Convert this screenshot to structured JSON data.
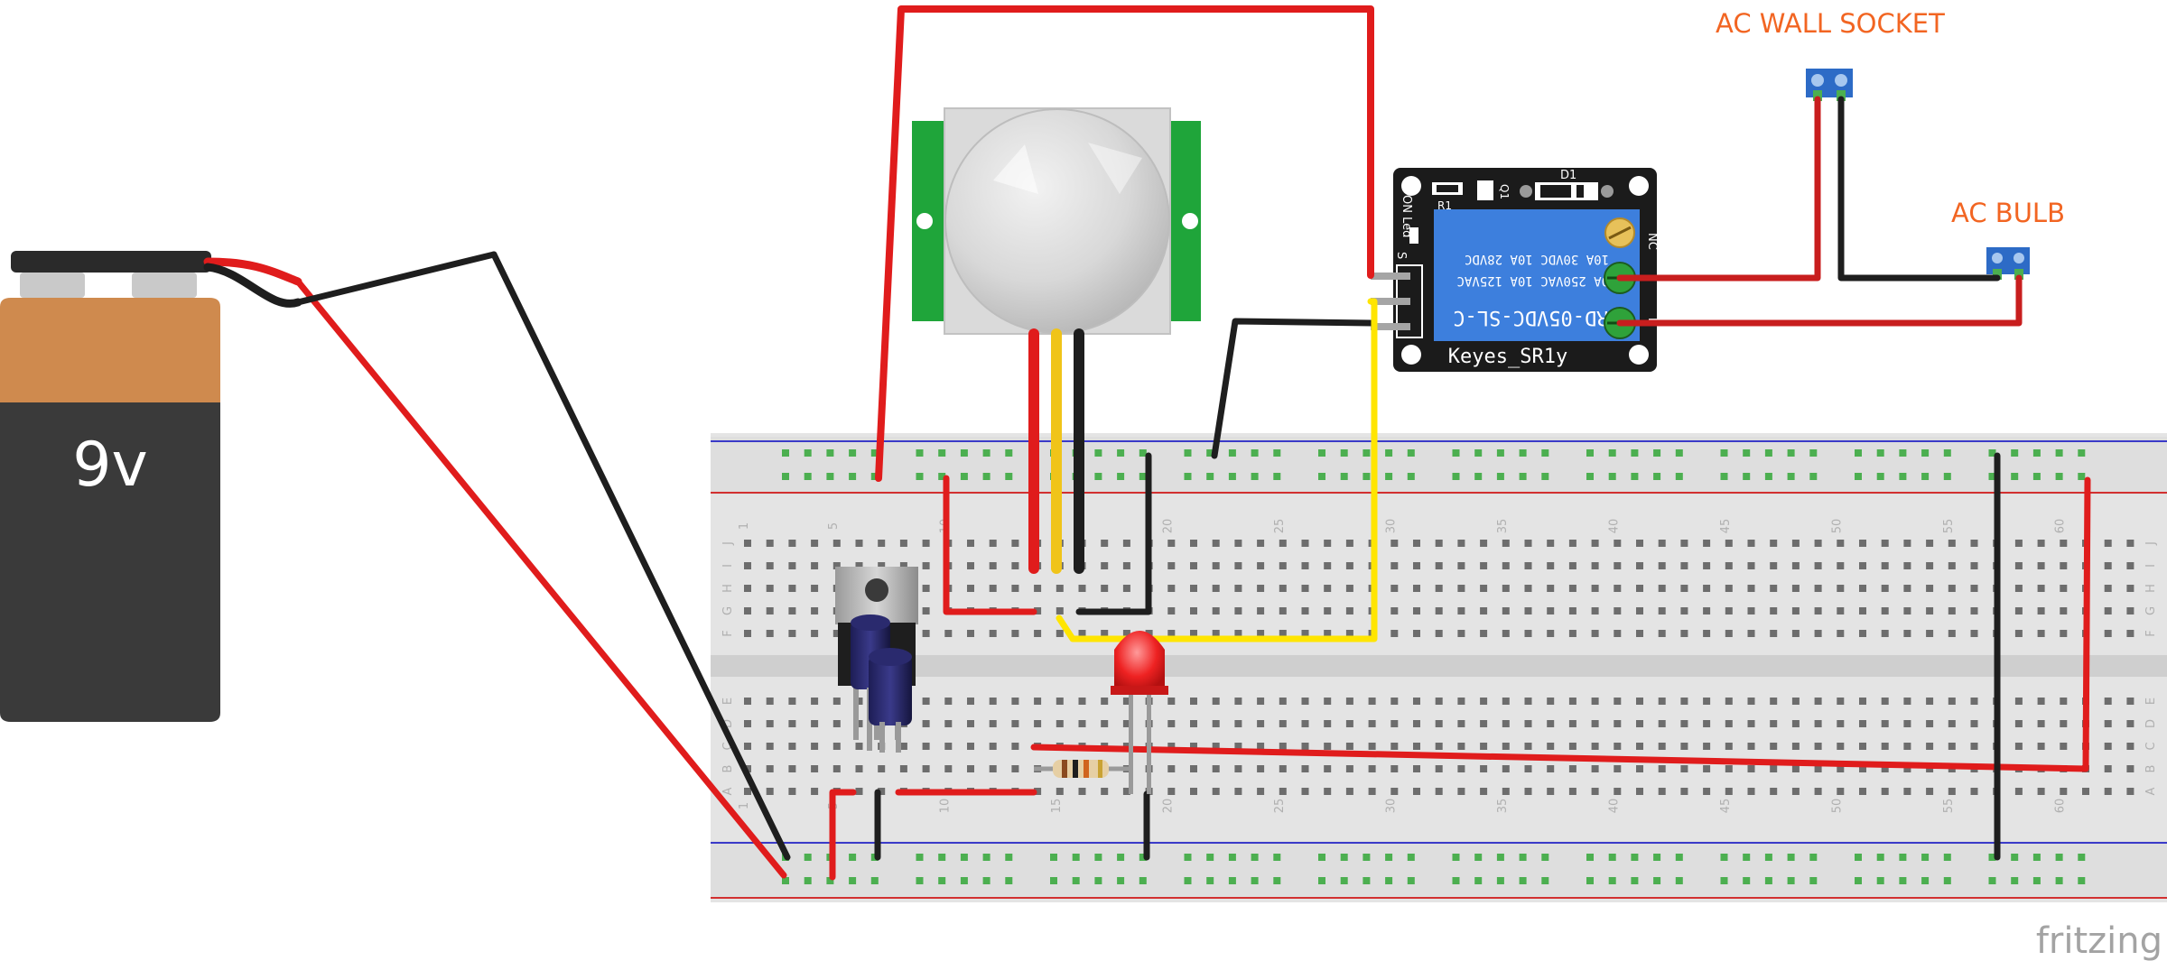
{
  "battery": {
    "label": "9v"
  },
  "relay": {
    "model_text": "SRD-05VDC-SL-C",
    "rating1": "10A 250VAC  10A 125VAC",
    "rating2": "10A  30VDC  10A  28VDC",
    "brand_label": "Keyes_SR1y",
    "label_d1": "D1",
    "label_r1": "R1",
    "label_q1": "Q1",
    "label_on_led": "ON Led",
    "label_s": "S",
    "label_nc": "NC",
    "label_no": "N"
  },
  "labels": {
    "ac_wall_socket": "AC WALL SOCKET",
    "ac_bulb": "AC BULB"
  },
  "breadboard": {
    "column_numbers": [
      "1",
      "5",
      "10",
      "15",
      "20",
      "25",
      "30",
      "35",
      "40",
      "45",
      "50",
      "55",
      "60"
    ],
    "row_letters_top": [
      "J",
      "I",
      "H",
      "G",
      "F"
    ],
    "row_letters_bottom": [
      "E",
      "D",
      "C",
      "B",
      "A"
    ]
  },
  "watermark": "fritzing",
  "colors": {
    "wire_red": "#e01c1c",
    "wire_black": "#1e1e1e",
    "wire_yellow": "#ffe500",
    "relay_blue": "#3d7fdd",
    "pcb_dark": "#1b1b1b",
    "pir_green": "#1fa53a",
    "terminal_blue": "#2d6bc6",
    "label_orange": "#f26522",
    "breadboard_bg": "#e4e4e4"
  }
}
